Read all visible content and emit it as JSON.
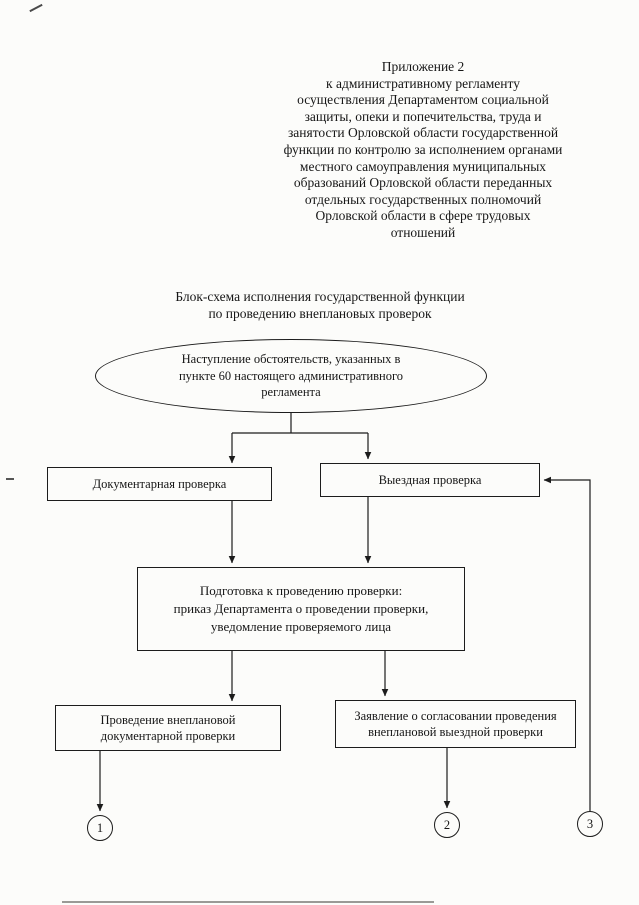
{
  "header": {
    "lines": [
      "Приложение 2",
      "к административному регламенту",
      "осуществления Департаментом социальной",
      "защиты, опеки и попечительства, труда и",
      "занятости Орловской области государственной",
      "функции по контролю за исполнением органами",
      "местного самоуправления муниципальных",
      "образований Орловской области переданных",
      "отдельных государственных полномочий",
      "Орловской области в сфере трудовых",
      "отношений"
    ]
  },
  "title": {
    "lines": [
      "Блок-схема исполнения государственной функции",
      "по проведению внеплановых проверок"
    ]
  },
  "flowchart": {
    "start_ellipse": {
      "lines": [
        "Наступление обстоятельств, указанных в",
        "пункте 60 настоящего административного",
        "регламента"
      ]
    },
    "documentary_check": "Документарная проверка",
    "onsite_check": "Выездная проверка",
    "preparation": {
      "lines": [
        "Подготовка к проведению проверки:",
        "приказ Департамента о проведении проверки,",
        "уведомление проверяемого лица"
      ]
    },
    "conduct_documentary": {
      "lines": [
        "Проведение внеплановой",
        "документарной проверки"
      ]
    },
    "approval_application": {
      "lines": [
        "Заявление о согласовании проведения",
        "внеплановой выездной проверки"
      ]
    },
    "connector_labels": [
      "1",
      "2",
      "3"
    ],
    "line_color": "#1c1c1c"
  }
}
